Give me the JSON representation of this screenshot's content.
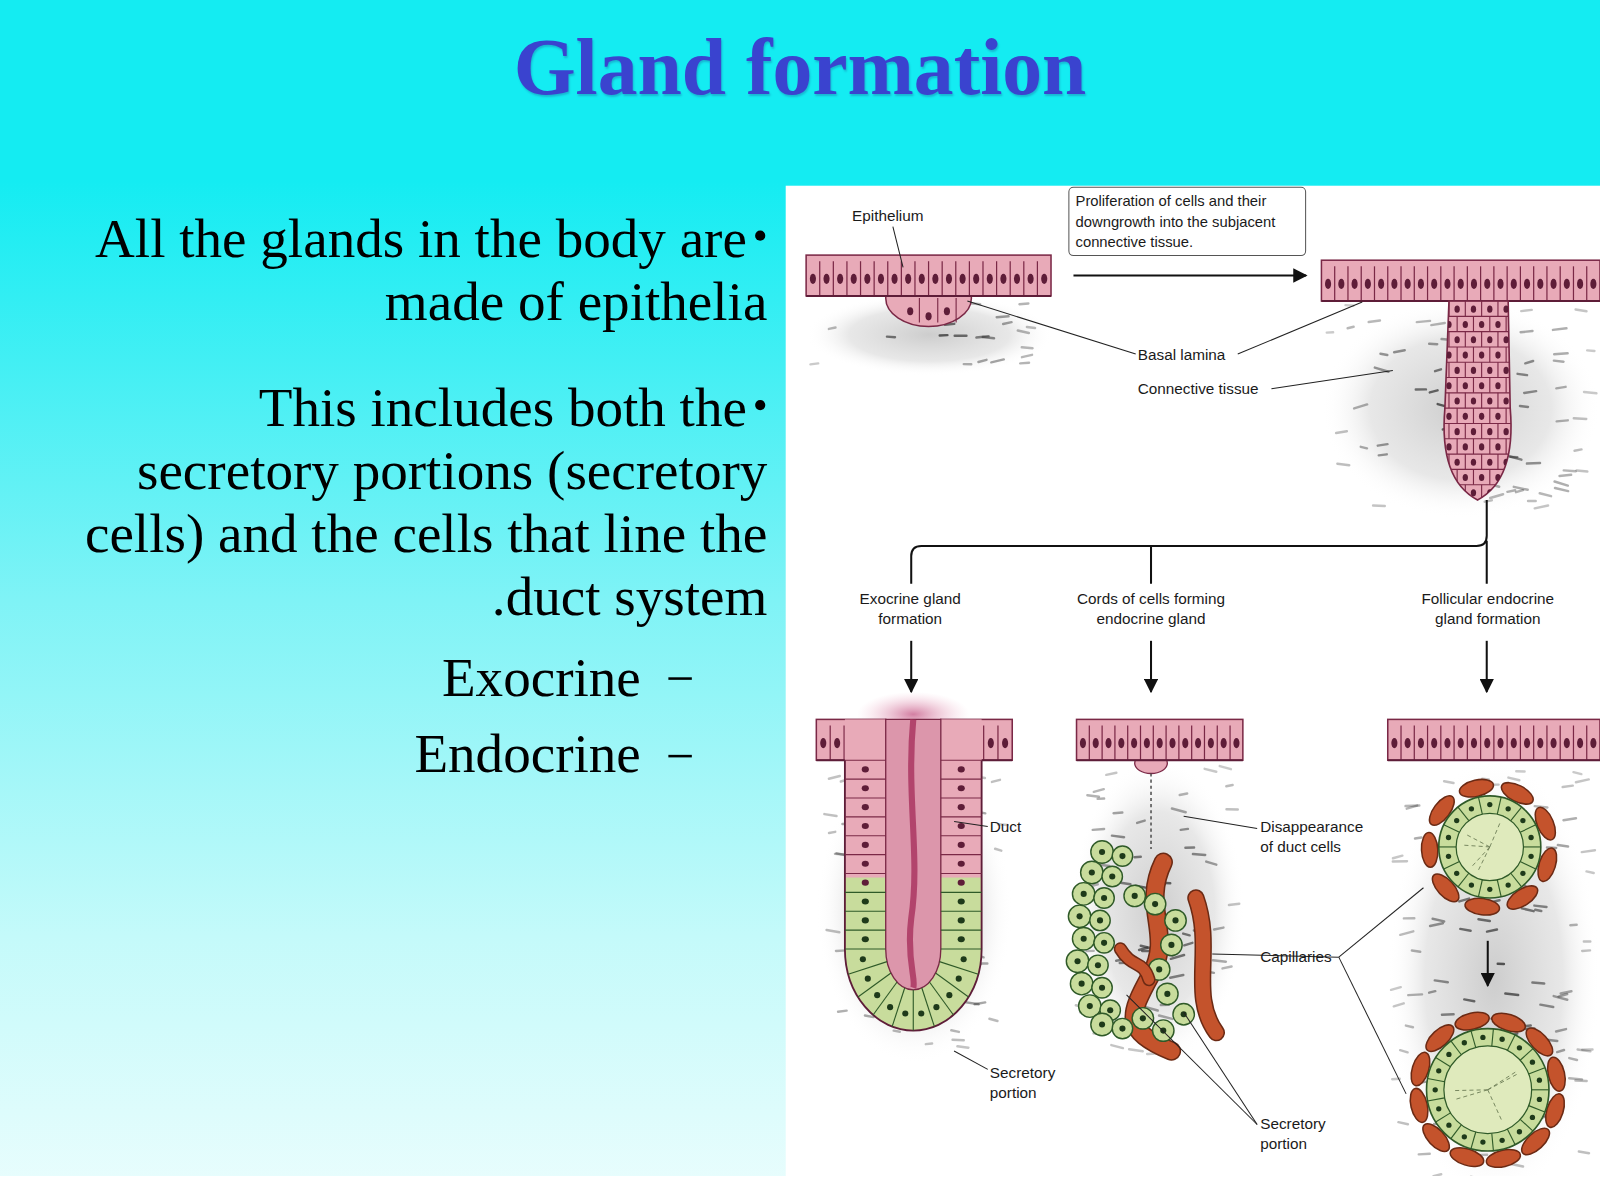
{
  "diagram": {
    "title": "Gland formation",
    "nodes": [
      {
        "text": [
          "Proliferation of cells and their downgrowth into the subjacent connective tissue."
        ]
      }
    ],
    "labels": [
      "All the glands in the body are made of epithelia",
      "This includes both the secretory portions (secretory cells) and the cells that line the duct system.",
      "Exocrine",
      "Endocrine",
      "Epithelium",
      "Basal lamina",
      "Connective tissue",
      "Exocrine gland formation",
      "Cords of cells forming endocrine gland",
      "Follicular endocrine gland formation",
      "Duct",
      "Disappearance of duct cells",
      "Capillaries",
      "Secretory portion",
      "Secretory portion"
    ]
  }
}
